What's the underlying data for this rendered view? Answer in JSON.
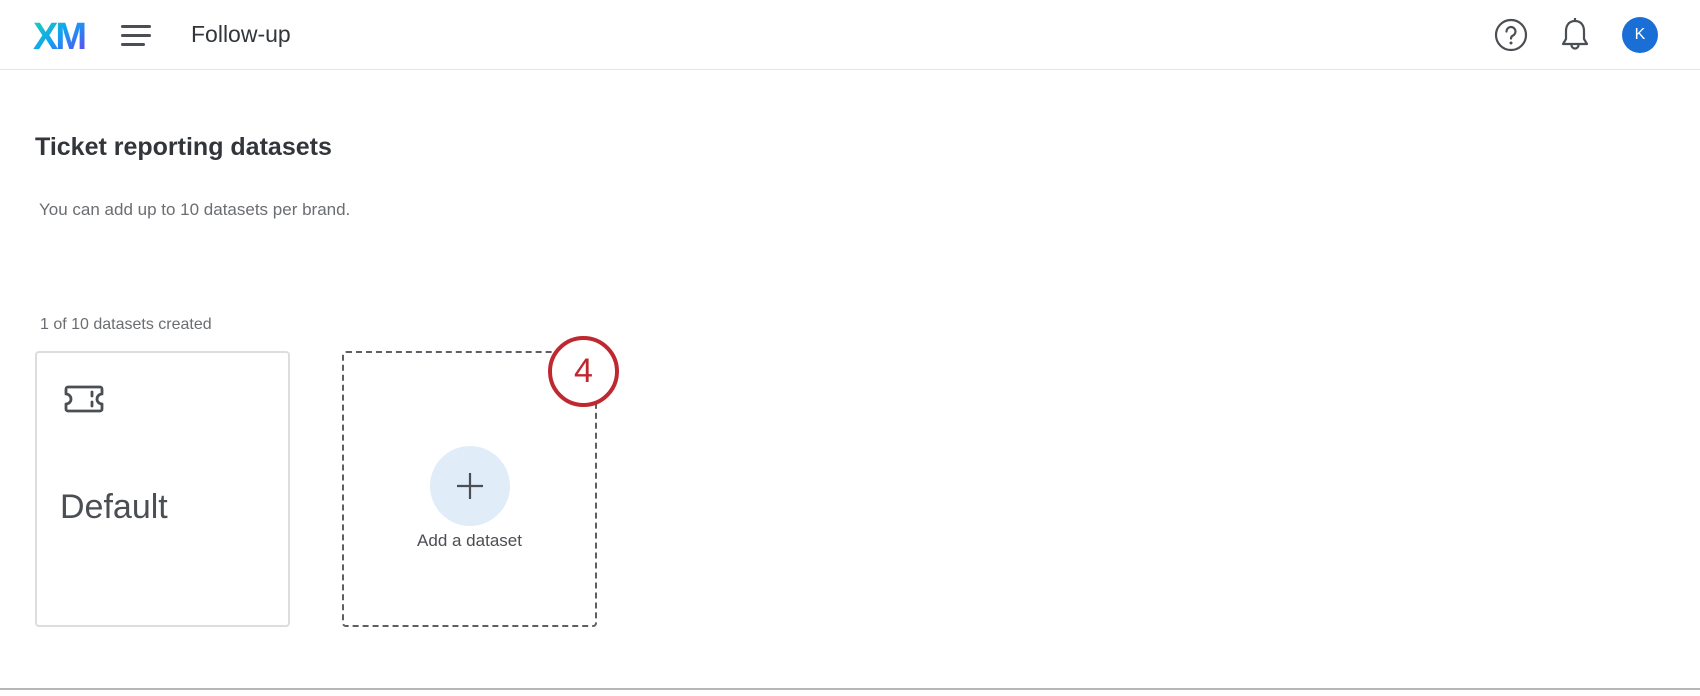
{
  "header": {
    "logo_text": "XM",
    "menu_icon": "hamburger-icon",
    "title": "Follow-up",
    "help_icon": "question-circle-icon",
    "notifications_icon": "bell-icon",
    "avatar_initial": "K",
    "avatar_color": "#1a6fd6"
  },
  "page": {
    "title": "Ticket reporting datasets",
    "description": "You can add up to 10 datasets per brand.",
    "count_label": "1 of 10 datasets created"
  },
  "datasets": [
    {
      "name": "Default",
      "icon": "ticket-icon"
    }
  ],
  "add_card": {
    "icon": "plus-icon",
    "label": "Add a dataset"
  },
  "annotation": {
    "step_number": "4",
    "color": "#c0282f"
  }
}
